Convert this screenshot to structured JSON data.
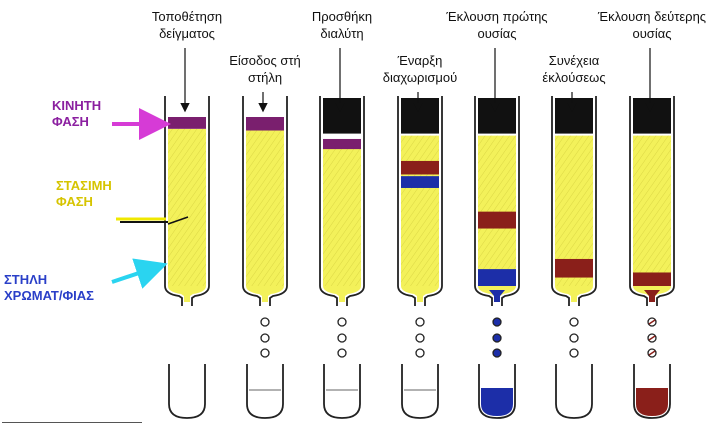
{
  "side_labels": {
    "mobile_phase": [
      "ΚΙΝΗΤΗ",
      "ΦΑΣΗ"
    ],
    "stationary_phase": [
      "ΣΤΑΣΙΜΗ",
      "ΦΑΣΗ"
    ],
    "column": [
      "ΣΤΗΛΗ",
      "ΧΡΩΜΑΤ/ΦΙΑΣ"
    ]
  },
  "colors": {
    "stationary": "#f3f15a",
    "mobile": "#7a1f6e",
    "solvent": "#111111",
    "first_substance": "#1c2ea8",
    "second_substance": "#8a1f1a",
    "mobile_arrow": "#d63bd6",
    "stationary_arrow": "#f0e800",
    "column_arrow": "#2ad4f0",
    "outline": "#222222"
  },
  "columns": [
    {
      "caption": [
        "Τοποθέτηση",
        "δείγματος"
      ],
      "layers": [
        {
          "type": "mobile",
          "from": 0.0,
          "to": 0.07
        }
      ],
      "yellow_top": 0.07,
      "drop_color": null,
      "collected": "empty"
    },
    {
      "caption": [
        "Είσοδος στή",
        "στήλη"
      ],
      "layers": [
        {
          "type": "mobile",
          "from": 0.0,
          "to": 0.08
        }
      ],
      "yellow_top": 0.08,
      "drop_color": "white",
      "collected": "water"
    },
    {
      "caption": [
        "Προσθήκη",
        "διαλύτη"
      ],
      "layers": [
        {
          "type": "solvent",
          "from": 0.0,
          "to": 0.11
        },
        {
          "type": "mobile",
          "from": 0.13,
          "to": 0.19
        }
      ],
      "yellow_top": 0.13,
      "drop_color": "white",
      "collected": "water"
    },
    {
      "caption": [
        "Έναρξη",
        "διαχωρισμού"
      ],
      "layers": [
        {
          "type": "solvent",
          "from": 0.0,
          "to": 0.11
        },
        {
          "type": "second",
          "from": 0.26,
          "to": 0.34
        },
        {
          "type": "first",
          "from": 0.35,
          "to": 0.42
        }
      ],
      "yellow_top": 0.11,
      "drop_color": "white",
      "collected": "water"
    },
    {
      "caption": [
        "Έκλουση πρώτης",
        "ουσίας"
      ],
      "layers": [
        {
          "type": "solvent",
          "from": 0.0,
          "to": 0.11
        },
        {
          "type": "second",
          "from": 0.56,
          "to": 0.66
        },
        {
          "type": "first",
          "from": 0.9,
          "to": 1.0
        }
      ],
      "yellow_top": 0.11,
      "drop_color": "blue",
      "collected": "blue"
    },
    {
      "caption": [
        "Συνέχεια",
        "έκλούσεως"
      ],
      "layers": [
        {
          "type": "solvent",
          "from": 0.0,
          "to": 0.11
        },
        {
          "type": "second",
          "from": 0.84,
          "to": 0.95
        }
      ],
      "yellow_top": 0.11,
      "drop_color": "white",
      "collected": "empty"
    },
    {
      "caption": [
        "Έκλουση δεύτερης",
        "ουσίας"
      ],
      "layers": [
        {
          "type": "solvent",
          "from": 0.0,
          "to": 0.11
        },
        {
          "type": "second",
          "from": 0.92,
          "to": 1.0
        }
      ],
      "yellow_top": 0.11,
      "drop_color": "red",
      "collected": "red"
    }
  ]
}
